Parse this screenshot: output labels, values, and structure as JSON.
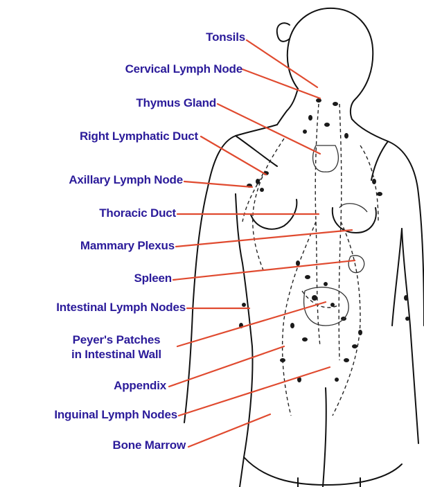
{
  "colors": {
    "label": "#2b1b9a",
    "leader": "#e04a2f",
    "outline": "#111111",
    "node": "#1a1a1a"
  },
  "labels": {
    "tonsils": "Tonsils",
    "cervical": "Cervical Lymph Node",
    "thymus": "Thymus Gland",
    "right_duct": "Right Lymphatic Duct",
    "axillary": "Axillary Lymph Node",
    "thoracic": "Thoracic Duct",
    "mammary": "Mammary Plexus",
    "spleen": "Spleen",
    "intestinal": "Intestinal Lymph Nodes",
    "peyers_line1": "Peyer's Patches",
    "peyers_line2": "in Intestinal Wall",
    "appendix": "Appendix",
    "inguinal": "Inguinal Lymph Nodes",
    "bone_marrow": "Bone Marrow"
  }
}
